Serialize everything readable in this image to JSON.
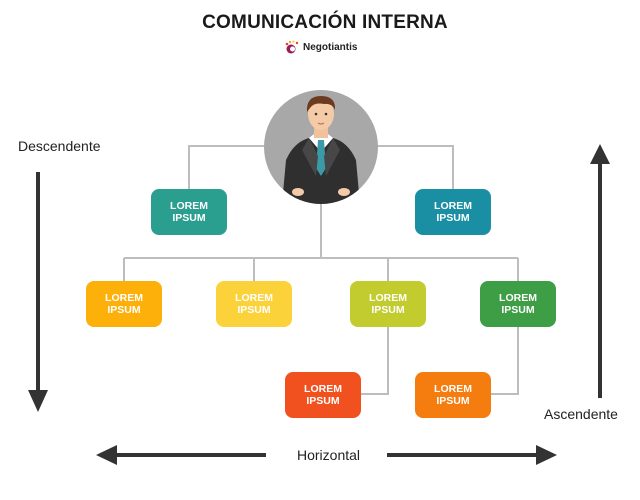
{
  "header": {
    "title": "COMUNICACIÓN INTERNA",
    "brand": "Negotiantis"
  },
  "diagram": {
    "center_icon": "businessman-avatar",
    "nodes": [
      {
        "id": "level1-left",
        "line1": "LOREM",
        "line2": "IPSUM",
        "color": "#2A9E8F"
      },
      {
        "id": "level1-right",
        "line1": "LOREM",
        "line2": "IPSUM",
        "color": "#1A8FA3"
      },
      {
        "id": "level2-1",
        "line1": "LOREM",
        "line2": "IPSUM",
        "color": "#FDAF0A"
      },
      {
        "id": "level2-2",
        "line1": "LOREM",
        "line2": "IPSUM",
        "color": "#FCD23B"
      },
      {
        "id": "level2-3",
        "line1": "LOREM",
        "line2": "IPSUM",
        "color": "#C2CC2E"
      },
      {
        "id": "level2-4",
        "line1": "LOREM",
        "line2": "IPSUM",
        "color": "#3E9E45"
      },
      {
        "id": "level3-1",
        "line1": "LOREM",
        "line2": "IPSUM",
        "color": "#F0511E"
      },
      {
        "id": "level3-2",
        "line1": "LOREM",
        "line2": "IPSUM",
        "color": "#F57C0F"
      }
    ],
    "connector_color": "#BDBDBD"
  },
  "axes": {
    "descending": "Descendente",
    "ascending": "Ascendente",
    "horizontal": "Horizontal",
    "arrow_color": "#333333"
  }
}
